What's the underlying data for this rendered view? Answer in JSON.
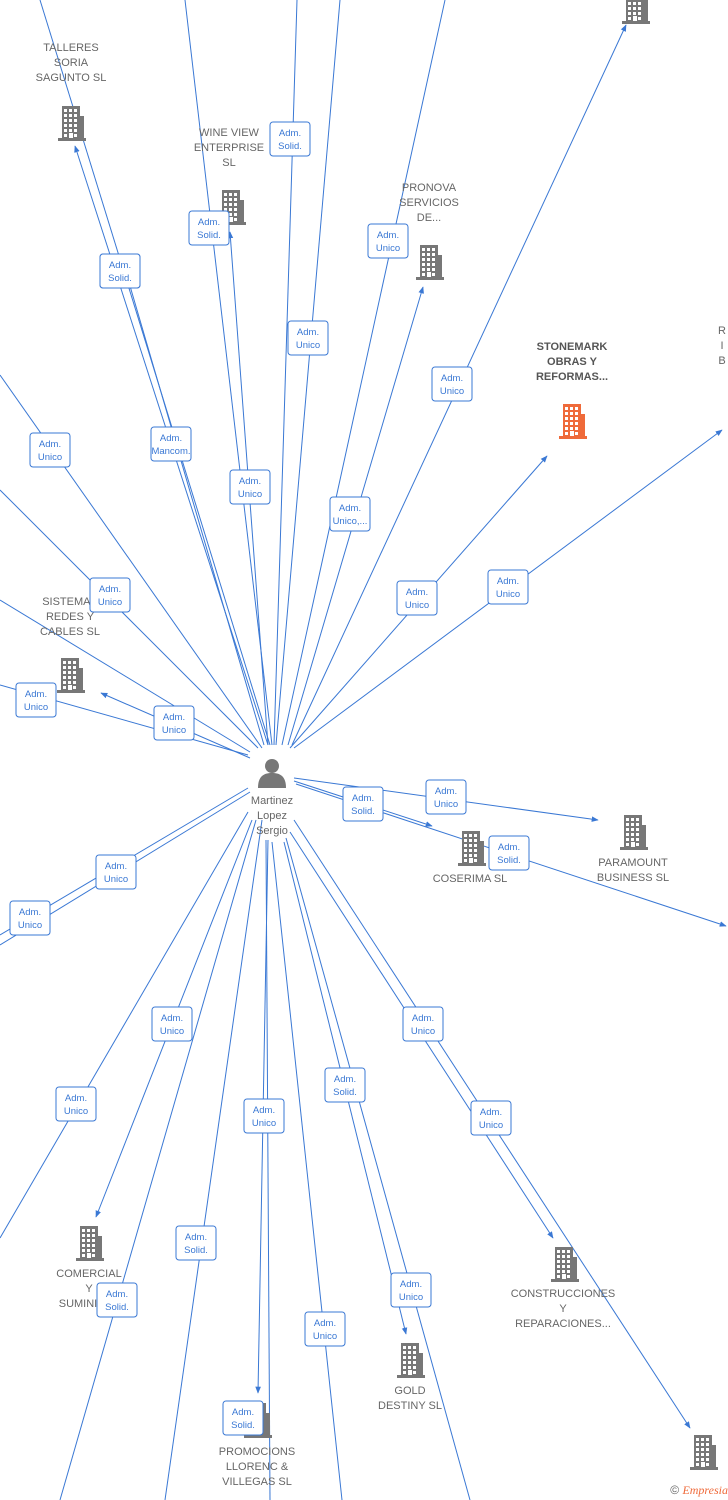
{
  "center": {
    "name": "Martinez\nLopez\nSergio",
    "icon": "person-icon"
  },
  "colors": {
    "edge": "#3a78d4",
    "node": "#777777",
    "highlight": "#ef6a3a"
  },
  "nodes": [
    {
      "id": "talleres",
      "label": "TALLERES\nSORIA\nSAGUNTO SL"
    },
    {
      "id": "wineview",
      "label": "WINE VIEW\nENTERPRISE\nSL"
    },
    {
      "id": "pronova",
      "label": "PRONOVA\nSERVICIOS\nDE..."
    },
    {
      "id": "stonemark",
      "label": "STONEMARK\nOBRAS Y\nREFORMAS...",
      "highlight": true
    },
    {
      "id": "sistemas",
      "label": "SISTEMAS\nREDES Y\nCABLES SL"
    },
    {
      "id": "coserima",
      "label": "COSERIMA SL"
    },
    {
      "id": "paramount",
      "label": "PARAMOUNT\nBUSINESS SL"
    },
    {
      "id": "comercial",
      "label": "COMERCIAL\nY\nSUMINIST..."
    },
    {
      "id": "construcciones",
      "label": "CONSTRUCCIONES\nY\nREPARACIONES..."
    },
    {
      "id": "gold",
      "label": "GOLD\nDESTINY SL"
    },
    {
      "id": "promocions",
      "label": "PROMOCIONS\nLLORENC &\nVILLEGAS SL"
    },
    {
      "id": "top_right",
      "label": ""
    },
    {
      "id": "bottom_right",
      "label": ""
    },
    {
      "id": "edge_right",
      "label": "R\nI\nB"
    }
  ],
  "edge_labels": [
    "Adm.\nSolid.",
    "Adm.\nSolid.",
    "Adm.\nSolid.",
    "Adm.\nUnico",
    "Adm.\nUnico",
    "Adm.\nUnico",
    "Adm.\nMancom.",
    "Adm.\nUnico",
    "Adm.\nUnico,...",
    "Adm.\nUnico",
    "Adm.\nUnico",
    "Adm.\nUnico",
    "Adm.\nUnico",
    "Adm.\nUnico",
    "Adm.\nUnico",
    "Adm.\nSolid.",
    "Adm.\nUnico",
    "Adm.\nSolid.",
    "Adm.\nUnico",
    "Adm.\nUnico",
    "Adm.\nUnico",
    "Adm.\nUnico",
    "Adm.\nSolid.",
    "Adm.\nUnico",
    "Adm.\nUnico",
    "Adm.\nSolid.",
    "Adm.\nSolid.",
    "Adm.\nUnico",
    "Adm.\nSolid.",
    "Adm.\nUnico",
    "Adm.\nUnico",
    "Adm.\nSolid."
  ],
  "footer": {
    "copyright": "©",
    "brand": "Empresia"
  }
}
